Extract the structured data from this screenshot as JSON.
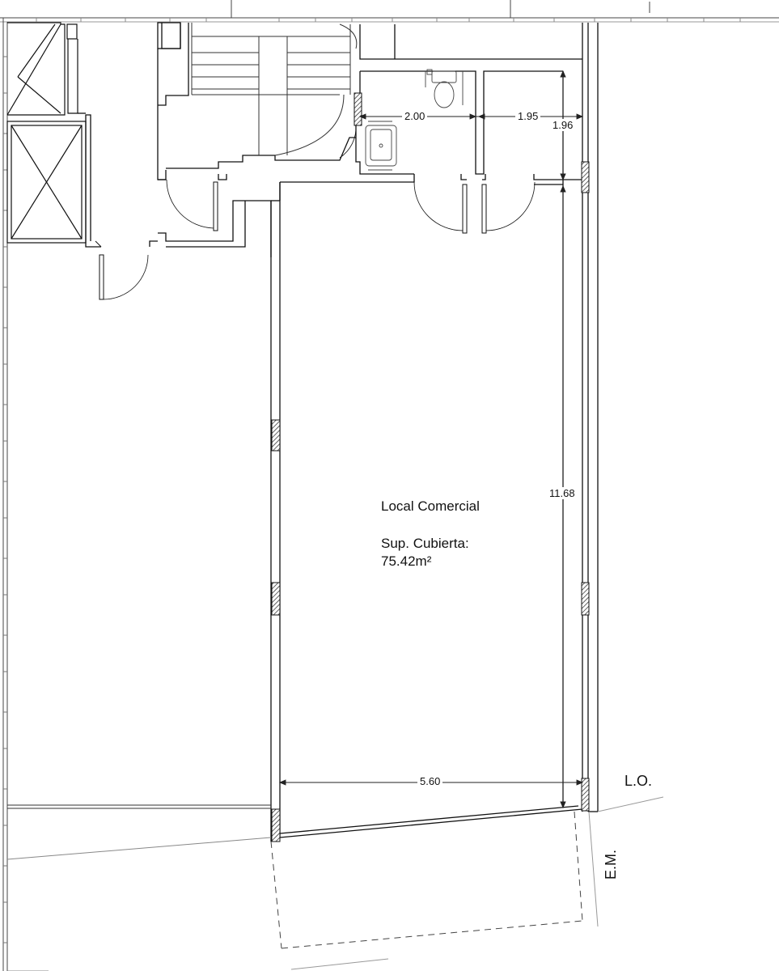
{
  "room": {
    "name": "Local Comercial",
    "area_label": "Sup. Cubierta:",
    "area_value": "75.42m²"
  },
  "dimensions": {
    "bath_width": "2.00",
    "storage_width": "1.95",
    "storage_depth": "1.96",
    "shop_depth": "11.68",
    "shop_width": "5.60"
  },
  "annotations": {
    "line_front": "L.O.",
    "line_building": "E.M."
  }
}
